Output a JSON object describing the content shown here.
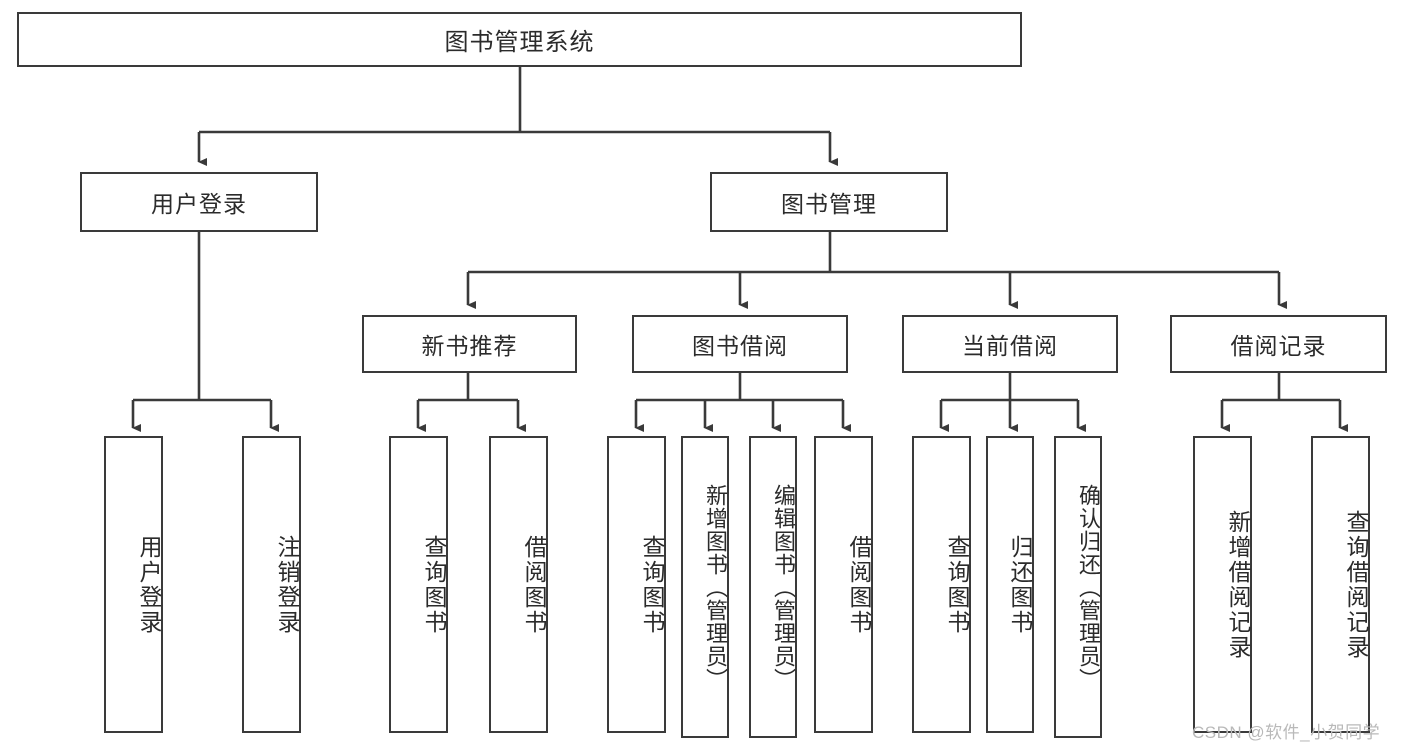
{
  "diagram": {
    "type": "tree",
    "title": "图书管理系统",
    "root": {
      "label": "图书管理系统"
    },
    "level2": [
      {
        "label": "用户登录"
      },
      {
        "label": "图书管理"
      }
    ],
    "level3": [
      {
        "label": "新书推荐"
      },
      {
        "label": "图书借阅"
      },
      {
        "label": "当前借阅"
      },
      {
        "label": "借阅记录"
      }
    ],
    "leaves": {
      "user_login": [
        {
          "label": "用户登录"
        },
        {
          "label": "注销登录"
        }
      ],
      "new_book_recommend": [
        {
          "label": "查询图书"
        },
        {
          "label": "借阅图书"
        }
      ],
      "book_borrow": [
        {
          "label": "查询图书"
        },
        {
          "label": "新增图书（管理员）"
        },
        {
          "label": "编辑图书（管理员）"
        },
        {
          "label": "借阅图书"
        }
      ],
      "current_borrow": [
        {
          "label": "查询图书"
        },
        {
          "label": "归还图书"
        },
        {
          "label": "确认归还（管理员）"
        }
      ],
      "borrow_record": [
        {
          "label": "新增借阅记录"
        },
        {
          "label": "查询借阅记录"
        }
      ]
    }
  },
  "watermark": {
    "text": "CSDN @软件_小贺同学"
  },
  "colors": {
    "stroke": "#3a3a3a",
    "text": "#2b2b2b",
    "background": "#ffffff",
    "watermark": "#b9b9b9"
  }
}
